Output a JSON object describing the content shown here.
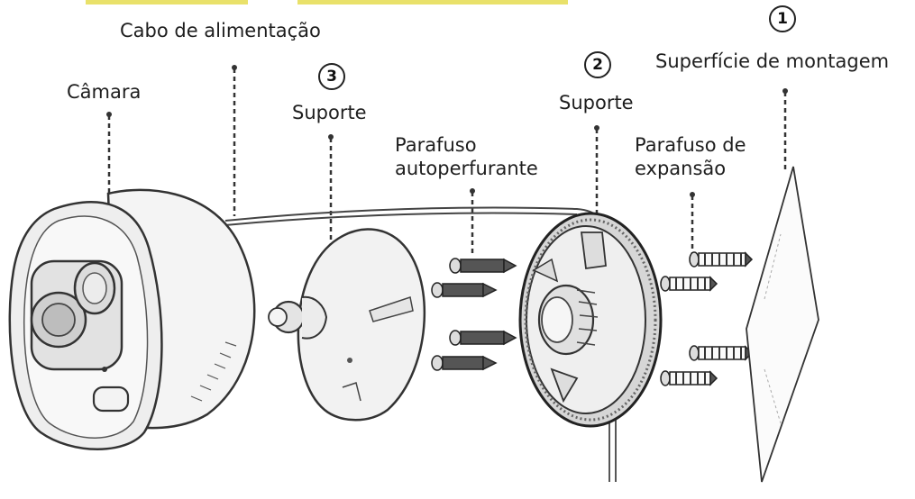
{
  "labels": {
    "power_cable": "Cabo de alimentação",
    "camera": "Câmara",
    "bracket_3": "Suporte",
    "self_tapping_screw_line1": "Parafuso",
    "self_tapping_screw_line2": "autoperfurante",
    "bracket_2": "Suporte",
    "expansion_screw_line1": "Parafuso de",
    "expansion_screw_line2": "expansão",
    "mounting_surface": "Superfície de montagem"
  },
  "badges": {
    "step_1": "1",
    "step_2": "2",
    "step_3": "3"
  },
  "colors": {
    "line": "#333333",
    "top_strip": "#e9e16a",
    "camera_lens": "#cfcfcf"
  }
}
